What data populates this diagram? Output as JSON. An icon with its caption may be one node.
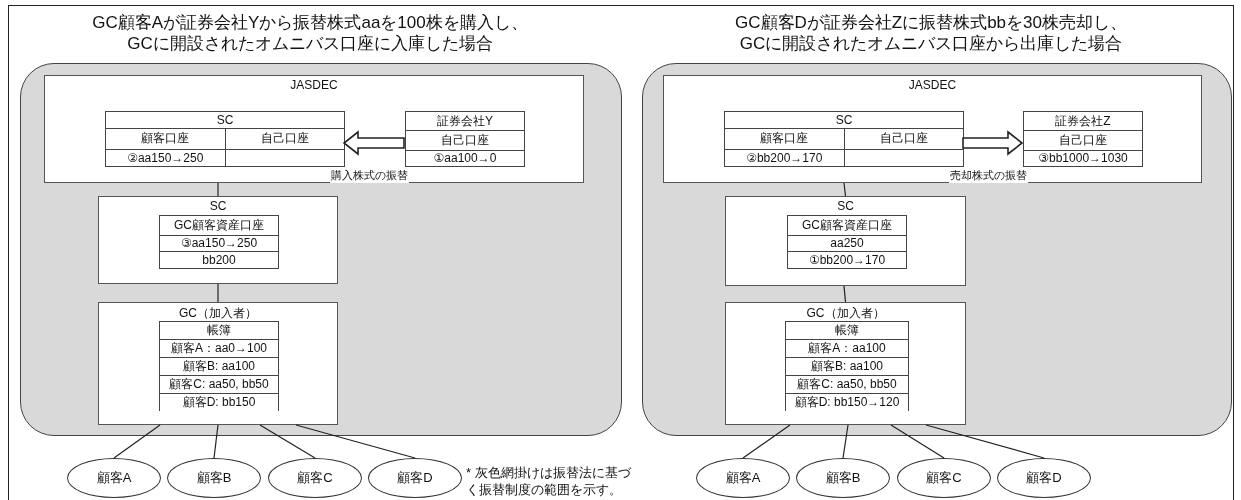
{
  "diagram": {
    "nodes": [
      {
        "text": [
          "JASDEC"
        ]
      },
      {
        "text": [
          "SC",
          "顧客口座",
          "自己口座",
          "②aa150→250"
        ],
        "in": 0
      },
      {
        "text": [
          "証券会社Y",
          "自己口座",
          "①aa100→0"
        ],
        "in": 0
      },
      {
        "text": [
          "SC"
        ]
      },
      {
        "text": [
          "GC顧客資産口座",
          "③aa150→250",
          "bb200"
        ],
        "in": 3
      },
      {
        "text": [
          "GC（加入者）"
        ]
      },
      {
        "text": [
          "帳簿",
          "顧客A：aa0→100",
          "顧客B: aa100",
          "顧客C: aa50, bb50",
          "顧客D: bb150"
        ],
        "in": 5
      },
      {
        "text": [
          "顧客A"
        ]
      },
      {
        "text": [
          "顧客B"
        ]
      },
      {
        "text": [
          "顧客C"
        ]
      },
      {
        "text": [
          "顧客D"
        ]
      },
      {
        "text": [
          "JASDEC"
        ]
      },
      {
        "text": [
          "SC",
          "顧客口座",
          "自己口座",
          "②bb200→170"
        ],
        "in": 11
      },
      {
        "text": [
          "証券会社Z",
          "自己口座",
          "③bb1000→1030"
        ],
        "in": 11
      },
      {
        "text": [
          "SC"
        ]
      },
      {
        "text": [
          "GC顧客資産口座",
          "aa250",
          "①bb200→170"
        ],
        "in": 14
      },
      {
        "text": [
          "GC（加入者）"
        ]
      },
      {
        "text": [
          "帳簿",
          "顧客A：aa100",
          "顧客B: aa100",
          "顧客C: aa50, bb50",
          "顧客D: bb150→120"
        ],
        "in": 16
      },
      {
        "text": [
          "顧客A"
        ]
      },
      {
        "text": [
          "顧客B"
        ]
      },
      {
        "text": [
          "顧客C"
        ]
      },
      {
        "text": [
          "顧客D"
        ]
      }
    ],
    "edges": [
      {
        "from": 2,
        "to": 1,
        "arrow": "to",
        "label": "購入株式の振替",
        "style": "thick"
      },
      {
        "from": 0,
        "to": 3,
        "arrow": "none"
      },
      {
        "from": 3,
        "to": 5,
        "arrow": "none"
      },
      {
        "from": 5,
        "to": 7,
        "arrow": "none"
      },
      {
        "from": 5,
        "to": 8,
        "arrow": "none"
      },
      {
        "from": 5,
        "to": 9,
        "arrow": "none"
      },
      {
        "from": 5,
        "to": 10,
        "arrow": "none"
      },
      {
        "from": 12,
        "to": 13,
        "arrow": "to",
        "label": "売却株式の振替",
        "style": "thick"
      },
      {
        "from": 11,
        "to": 14,
        "arrow": "none"
      },
      {
        "from": 14,
        "to": 16,
        "arrow": "none"
      },
      {
        "from": 16,
        "to": 18,
        "arrow": "none"
      },
      {
        "from": 16,
        "to": 19,
        "arrow": "none"
      },
      {
        "from": 16,
        "to": 20,
        "arrow": "none"
      },
      {
        "from": 16,
        "to": 21,
        "arrow": "none"
      }
    ],
    "labels": [
      "GC顧客Aが証券会社Yから振替株式aaを100株を購入し、GCに開設されたオムニバス口座に入庫した場合",
      "GC顧客Dが証券会社Zに振替株式bbを30株売却し、GCに開設されたオムニバス口座から出庫した場合",
      "* 灰色網掛けは振替法に基づく振替制度の範囲を示す。"
    ]
  }
}
